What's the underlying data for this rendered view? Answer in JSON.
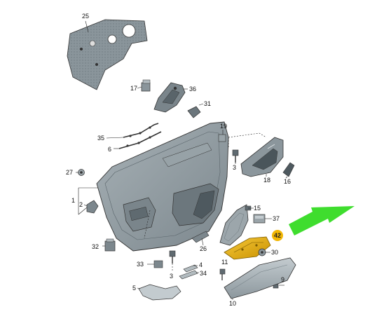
{
  "diagram": {
    "callouts": [
      "25",
      "17",
      "36",
      "31",
      "19",
      "35",
      "6",
      "3",
      "18",
      "16",
      "27",
      "1",
      "2",
      "15",
      "37",
      "42",
      "32",
      "26",
      "30",
      "33",
      "4",
      "34",
      "11",
      "9",
      "5",
      "10"
    ],
    "highlighted_callout": "42",
    "colors": {
      "part_fill": "#8f9aa0",
      "part_dark": "#5e6a70",
      "part_light": "#b9c2c6",
      "highlight": "#f2b705",
      "arrow": "#3fdd2e",
      "line": "#222222"
    }
  }
}
